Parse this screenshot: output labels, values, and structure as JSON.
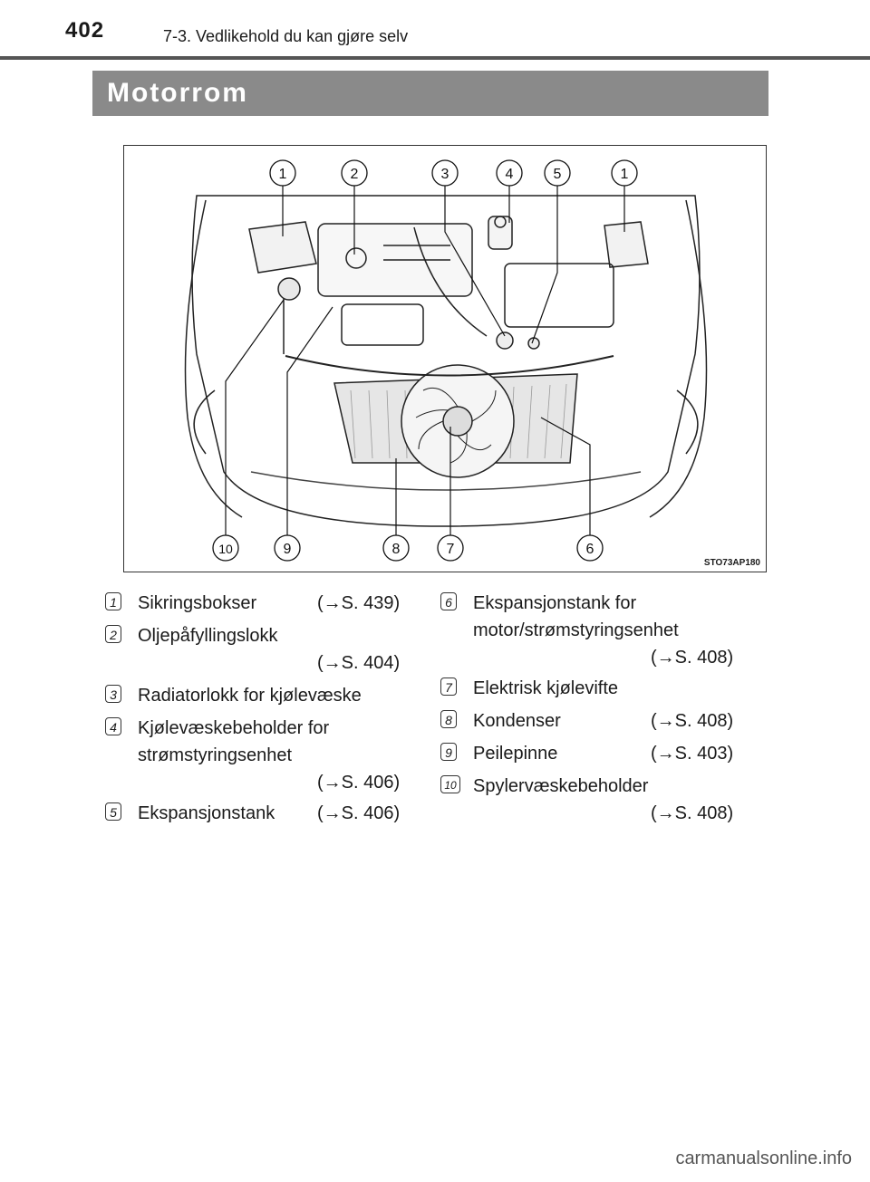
{
  "header": {
    "page_number": "402",
    "section": "7-3. Vedlikehold du kan gjøre selv"
  },
  "title": "Motorrom",
  "figure": {
    "code": "STO73AP180",
    "callouts_top": [
      "1",
      "2",
      "3",
      "4",
      "5",
      "1"
    ],
    "callouts_bottom": [
      "10",
      "9",
      "8",
      "7",
      "6"
    ]
  },
  "legend": [
    {
      "num": "1",
      "label": "Sikringsbokser",
      "ref": "(→S. 439)"
    },
    {
      "num": "2",
      "label": "Oljepåfyllingslokk",
      "ref": "(→S. 404)"
    },
    {
      "num": "3",
      "label": "Radiatorlokk for kjølevæske",
      "ref": ""
    },
    {
      "num": "4",
      "label": "Kjølevæskebeholder for",
      "label2": "strømstyringsenhet",
      "ref": "(→S. 406)"
    },
    {
      "num": "5",
      "label": "Ekspansjonstank",
      "ref": "(→S. 406)"
    },
    {
      "num": "6",
      "label": "Ekspansjonstank for",
      "label2": "motor/strømstyringsenhet",
      "ref": "(→S. 408)"
    },
    {
      "num": "7",
      "label": "Elektrisk kjølevifte",
      "ref": ""
    },
    {
      "num": "8",
      "label": "Kondenser",
      "ref": "(→S. 408)"
    },
    {
      "num": "9",
      "label": "Peilepinne",
      "ref": "(→S. 403)"
    },
    {
      "num": "10",
      "label": "Spylervæskebeholder",
      "ref": "(→S. 408)"
    }
  ],
  "watermark": "carmanualsonline.info"
}
